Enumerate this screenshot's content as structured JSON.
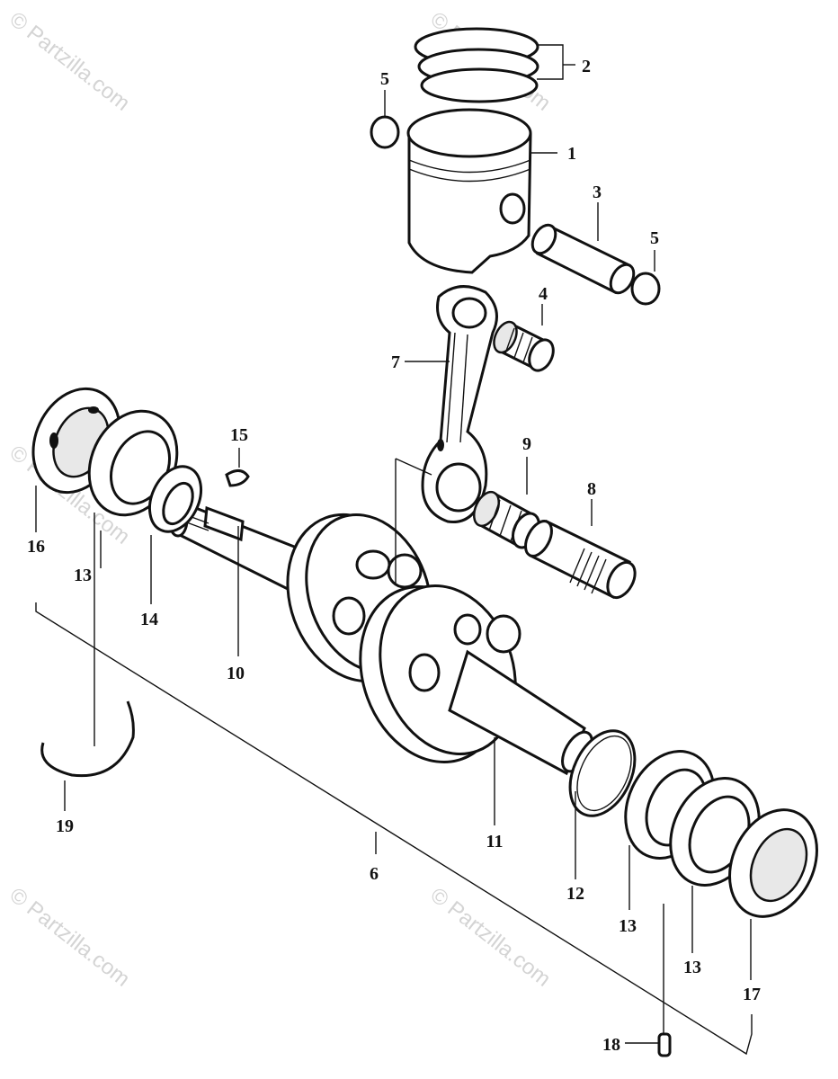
{
  "watermark": {
    "text": "© Partzilla.com",
    "color": "#d4d4d4"
  },
  "diagram": {
    "ink_color": "#111111",
    "callouts": [
      {
        "id": "c1",
        "label": "1"
      },
      {
        "id": "c2",
        "label": "2"
      },
      {
        "id": "c3",
        "label": "3"
      },
      {
        "id": "c4",
        "label": "4"
      },
      {
        "id": "c5a",
        "label": "5"
      },
      {
        "id": "c5b",
        "label": "5"
      },
      {
        "id": "c6",
        "label": "6"
      },
      {
        "id": "c7",
        "label": "7"
      },
      {
        "id": "c8",
        "label": "8"
      },
      {
        "id": "c9",
        "label": "9"
      },
      {
        "id": "c10",
        "label": "10"
      },
      {
        "id": "c11",
        "label": "11"
      },
      {
        "id": "c12",
        "label": "12"
      },
      {
        "id": "c13a",
        "label": "13"
      },
      {
        "id": "c13b",
        "label": "13"
      },
      {
        "id": "c13c",
        "label": "13"
      },
      {
        "id": "c14",
        "label": "14"
      },
      {
        "id": "c15",
        "label": "15"
      },
      {
        "id": "c16",
        "label": "16"
      },
      {
        "id": "c17",
        "label": "17"
      },
      {
        "id": "c18",
        "label": "18"
      },
      {
        "id": "c19",
        "label": "19"
      }
    ]
  }
}
